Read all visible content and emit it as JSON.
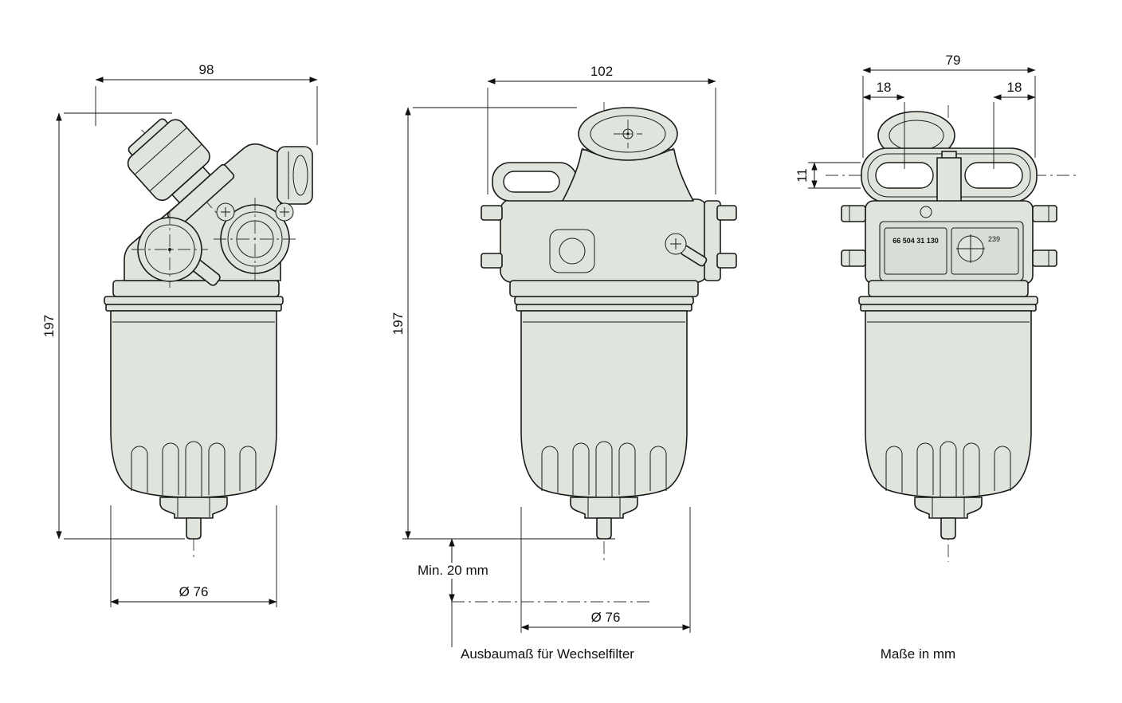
{
  "views": {
    "left": {
      "width": "98",
      "height": "197",
      "diameter": "Ø 76"
    },
    "front": {
      "width": "102",
      "height": "197",
      "diameter": "Ø 76",
      "min_clearance": "Min. 20 mm",
      "caption": "Ausbaumaß für Wechselfilter"
    },
    "side": {
      "width": "79",
      "offset_left": "18",
      "offset_right": "18",
      "slot_height": "11",
      "part_number": "66 504 31 130",
      "cast_number": "239",
      "caption": "Maße in mm"
    }
  },
  "colors": {
    "part_fill": "#dfe5dc",
    "panel_fill": "#d8ded5",
    "line": "#1a1a1a",
    "dimension": "#111111",
    "background": "#ffffff"
  }
}
